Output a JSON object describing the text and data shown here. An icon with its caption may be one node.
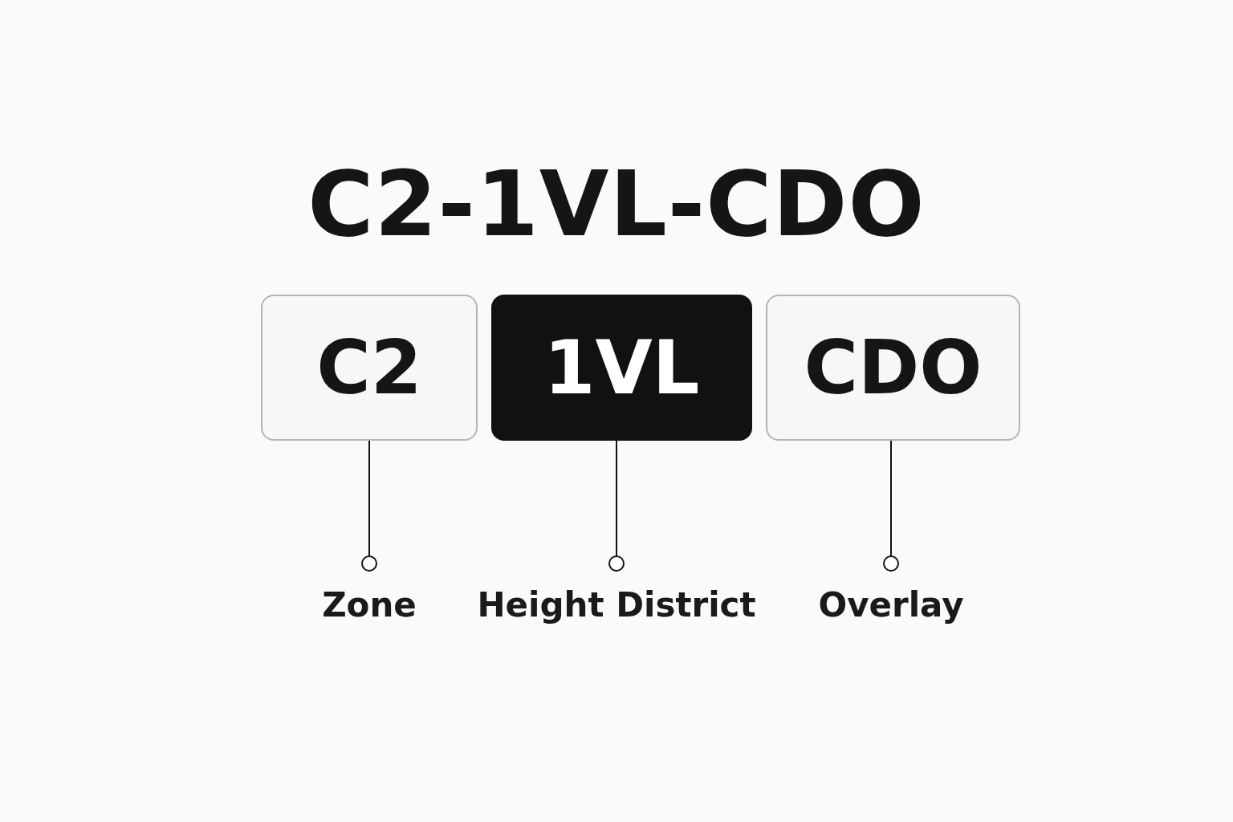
{
  "diagram": {
    "title": "C2-1VL-CDO",
    "nodes": [
      {
        "text": [
          "C2"
        ]
      },
      {
        "text": [
          "1VL"
        ]
      },
      {
        "text": [
          "CDO"
        ]
      },
      {
        "text": [
          "Zone"
        ]
      },
      {
        "text": [
          "Height District"
        ]
      },
      {
        "text": [
          "Overlay"
        ]
      }
    ],
    "edges": [
      {
        "from": 0,
        "to": 3,
        "arrow": "other"
      },
      {
        "from": 1,
        "to": 4,
        "arrow": "other"
      },
      {
        "from": 2,
        "to": 5,
        "arrow": "other"
      }
    ]
  }
}
